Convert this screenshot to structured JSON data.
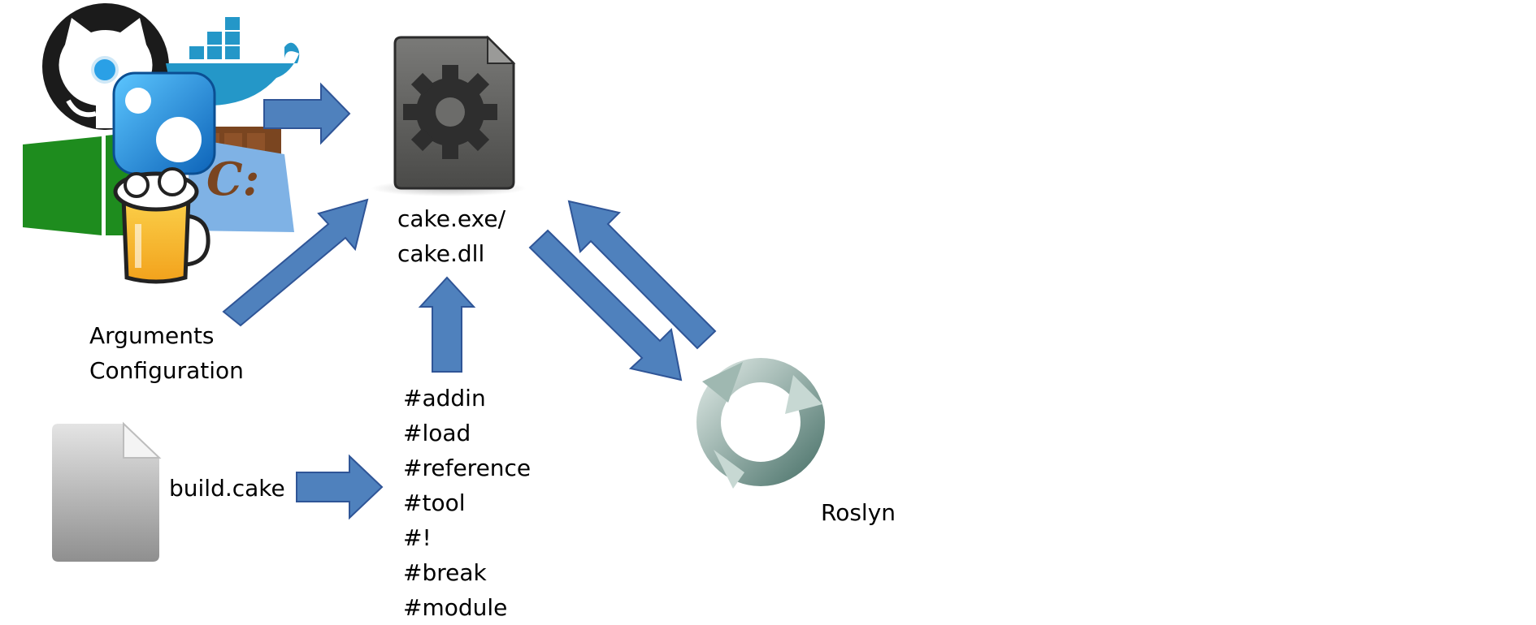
{
  "diagram": {
    "core_labels": [
      "cake.exe/",
      "cake.dll"
    ],
    "arguments_labels": [
      "Arguments",
      "Configuration"
    ],
    "script_file_label": "build.cake",
    "preprocessor_directives": [
      "#addin",
      "#load",
      "#reference",
      "#tool",
      "#!",
      "#break",
      "#module"
    ],
    "compiler_label": "Roslyn",
    "icons": {
      "integrations": [
        "github-icon",
        "docker-icon",
        "windows-icon",
        "nuget-icon",
        "chocolatey-icon",
        "homebrew-icon"
      ],
      "core": "gear-document-icon",
      "script": "blank-document-icon",
      "compiler": "roslyn-cycle-icon"
    },
    "colors": {
      "arrow_fill": "#4f81bd",
      "arrow_stroke": "#2f5597",
      "windows_green": "#1e8c1e",
      "docker_blue": "#2497c8",
      "nuget_blue": "#1a86d8"
    }
  }
}
